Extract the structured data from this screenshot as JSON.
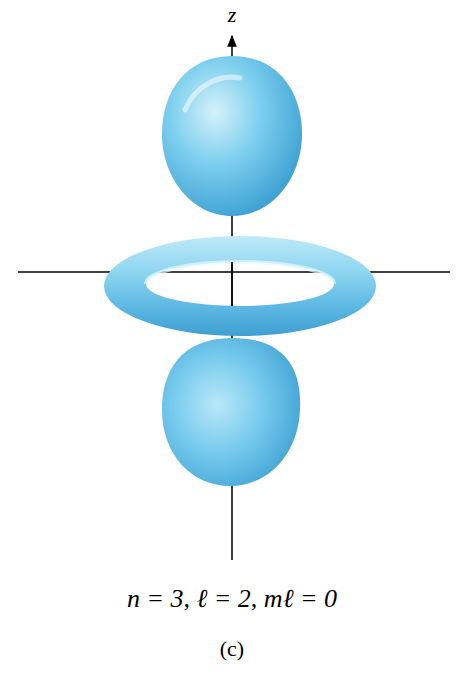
{
  "diagram": {
    "caption": "n = 3, ℓ = 2, mℓ = 0",
    "labels": [
      "z",
      "(c)"
    ]
  }
}
